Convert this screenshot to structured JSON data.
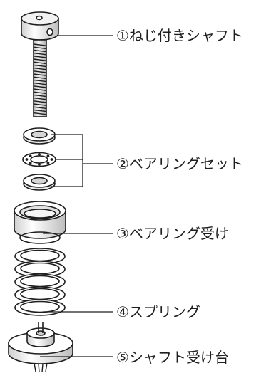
{
  "labels": [
    "①ねじ付きシャフト",
    "②ベアリングセット",
    "③ベアリング受け",
    "④スプリング",
    "⑤シャフト受け台"
  ],
  "colors": {
    "line": "#1e1e1e",
    "fill": "#ffffff",
    "shade": "#e4e4e4",
    "shade_dark": "#c8c8c8"
  }
}
